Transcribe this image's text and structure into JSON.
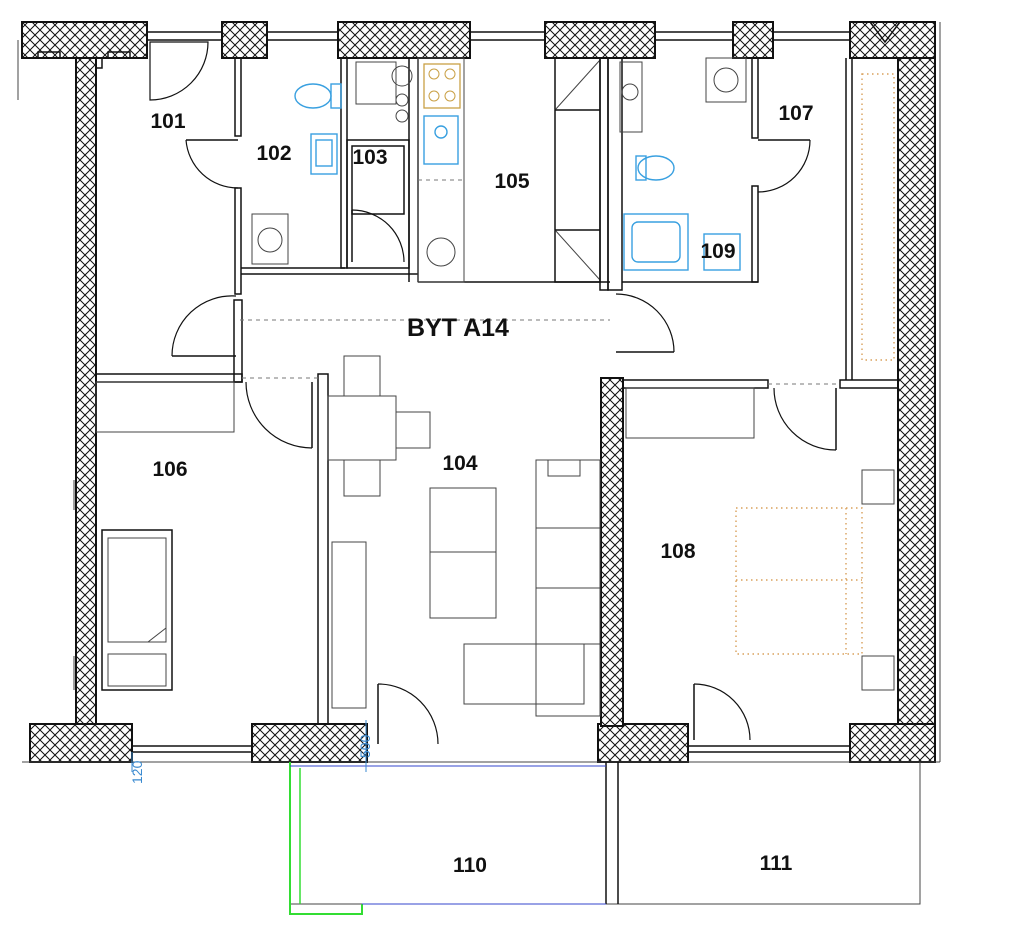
{
  "apartment": {
    "name": "BYT A14"
  },
  "rooms": [
    {
      "id": "101",
      "label": "101"
    },
    {
      "id": "102",
      "label": "102"
    },
    {
      "id": "103",
      "label": "103"
    },
    {
      "id": "104",
      "label": "104"
    },
    {
      "id": "105",
      "label": "105"
    },
    {
      "id": "106",
      "label": "106"
    },
    {
      "id": "107",
      "label": "107"
    },
    {
      "id": "108",
      "label": "108"
    },
    {
      "id": "109",
      "label": "109"
    },
    {
      "id": "110",
      "label": "110"
    },
    {
      "id": "111",
      "label": "111"
    }
  ],
  "dimensions": {
    "left": "120",
    "mid": "500"
  },
  "colors": {
    "wall": "#111111",
    "fixture": "#39a0e0",
    "bed": "#d9a05a",
    "balcony_outline": "#33dd33",
    "dimension": "#3a8ad0"
  }
}
